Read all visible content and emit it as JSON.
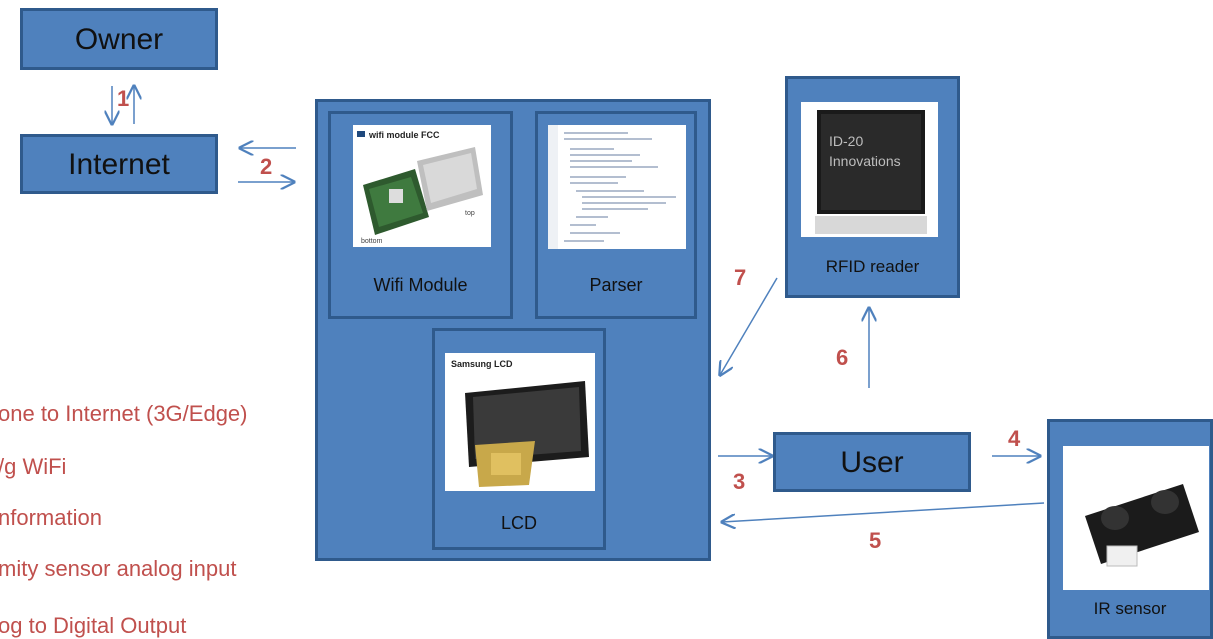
{
  "nodes": {
    "owner": "Owner",
    "internet": "Internet",
    "wifi_module": "Wifi Module",
    "parser": "Parser",
    "lcd": "LCD",
    "rfid_reader": "RFID reader",
    "user": "User",
    "ir_sensor": "IR sensor"
  },
  "image_text": {
    "wifi_caption": "wifi module FCC",
    "wifi_bottom": "bottom",
    "wifi_top": "top",
    "lcd_caption": "Samsung LCD",
    "rfid_line1": "ID-20",
    "rfid_line2": "Innovations"
  },
  "steps": [
    "1",
    "2",
    "3",
    "4",
    "5",
    "6",
    "7"
  ],
  "legend": [
    "one to Internet (3G/Edge)",
    "/g WiFi",
    "nformation",
    "mity sensor analog input",
    "og to Digital Output"
  ],
  "colors": {
    "box_fill": "#4f81bd",
    "box_border": "#2f5a8c",
    "arrow": "#4f81bd",
    "step_number": "#c0504d"
  }
}
